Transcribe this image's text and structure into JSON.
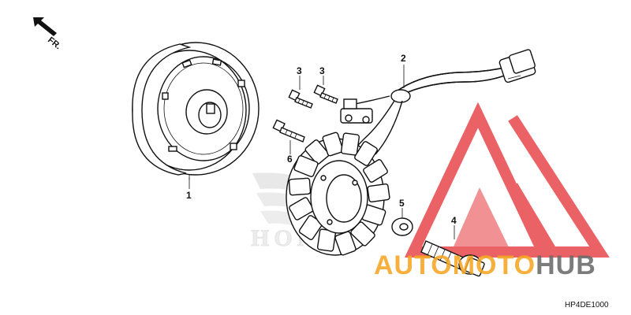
{
  "orientation": {
    "label": "FR."
  },
  "callouts": [
    {
      "id": "1",
      "label": "1",
      "part": "flywheel"
    },
    {
      "id": "2",
      "label": "2",
      "part": "stator-wire-harness"
    },
    {
      "id": "3a",
      "label": "3",
      "part": "bolt-pulse-generator-a"
    },
    {
      "id": "3b",
      "label": "3",
      "part": "bolt-pulse-generator-b"
    },
    {
      "id": "4",
      "label": "4",
      "part": "flange-bolt"
    },
    {
      "id": "5",
      "label": "5",
      "part": "washer"
    },
    {
      "id": "6",
      "label": "6",
      "part": "stator-bolt"
    }
  ],
  "diagram_code": "HP4DE1000",
  "watermark": {
    "text_orange": "AUTO",
    "text_orange2": "MOTO",
    "text_gray": "HUB",
    "colors": {
      "red": "#e8474c",
      "orange": "#f6a623",
      "gray": "#6b6b6b"
    }
  },
  "background_logo": {
    "text": "HONDA"
  }
}
